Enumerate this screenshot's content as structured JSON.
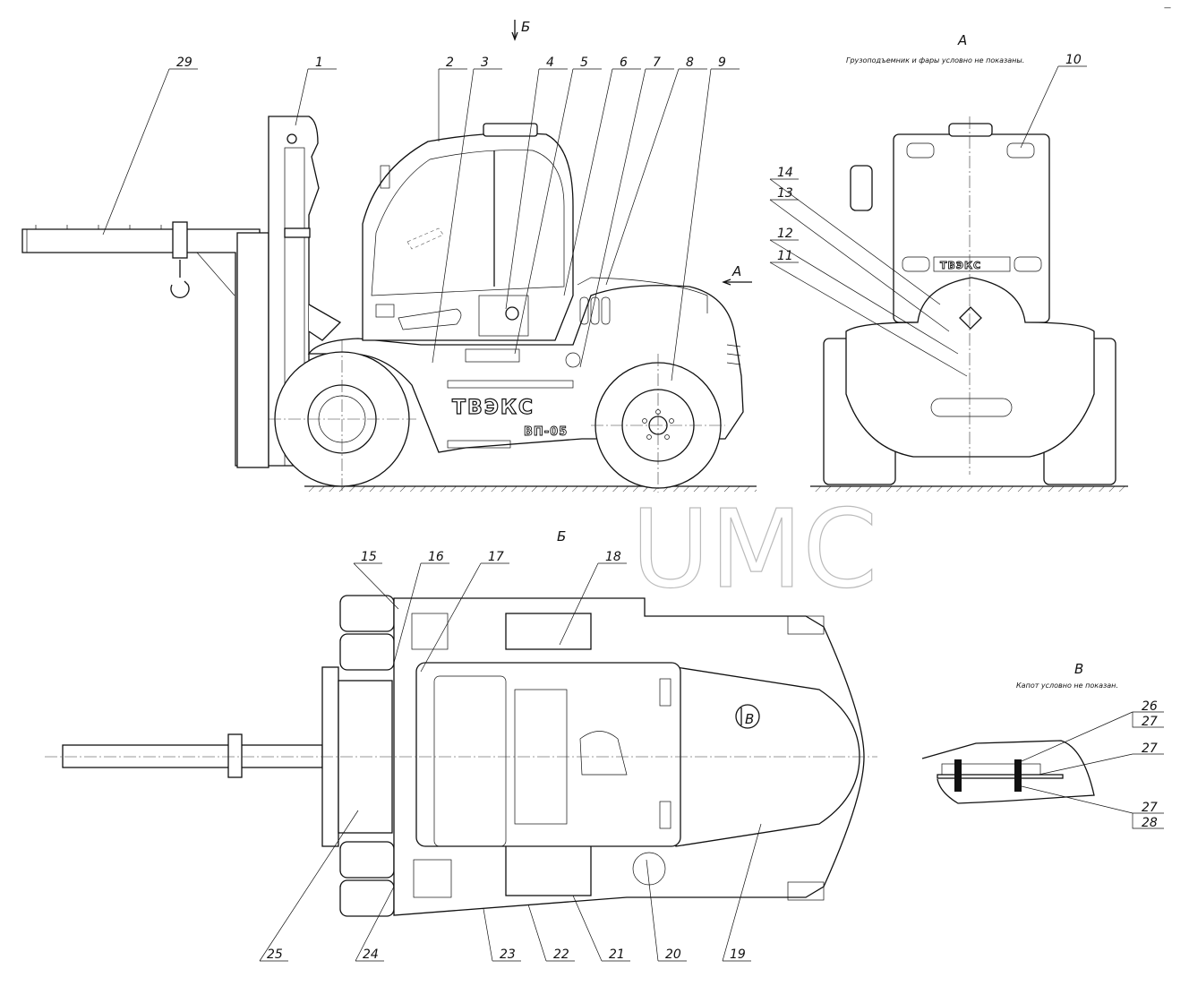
{
  "drawing": {
    "corner_mark": "—",
    "views": {
      "side_view_arrow_label": "Б",
      "front_view_arrow_label": "А",
      "view_a_title": "А",
      "view_a_note": "Грузоподъемник и фары условно не показаны.",
      "view_b_title": "Б",
      "view_v_title": "В",
      "view_v_note": "Капот условно не показан.",
      "view_v_marker": "В"
    },
    "brand": {
      "name": "ТВЭКС",
      "model": "ВП-05"
    },
    "watermark": "UMC",
    "callouts": [
      "29",
      "1",
      "2",
      "3",
      "4",
      "5",
      "6",
      "7",
      "8",
      "9",
      "10",
      "14",
      "13",
      "12",
      "11",
      "15",
      "16",
      "17",
      "18",
      "19",
      "20",
      "21",
      "22",
      "23",
      "24",
      "25"
    ],
    "detail_callouts": {
      "top_upper": "26",
      "top_lower": "27",
      "middle": "27",
      "bottom_upper": "27",
      "bottom_lower": "28"
    }
  }
}
